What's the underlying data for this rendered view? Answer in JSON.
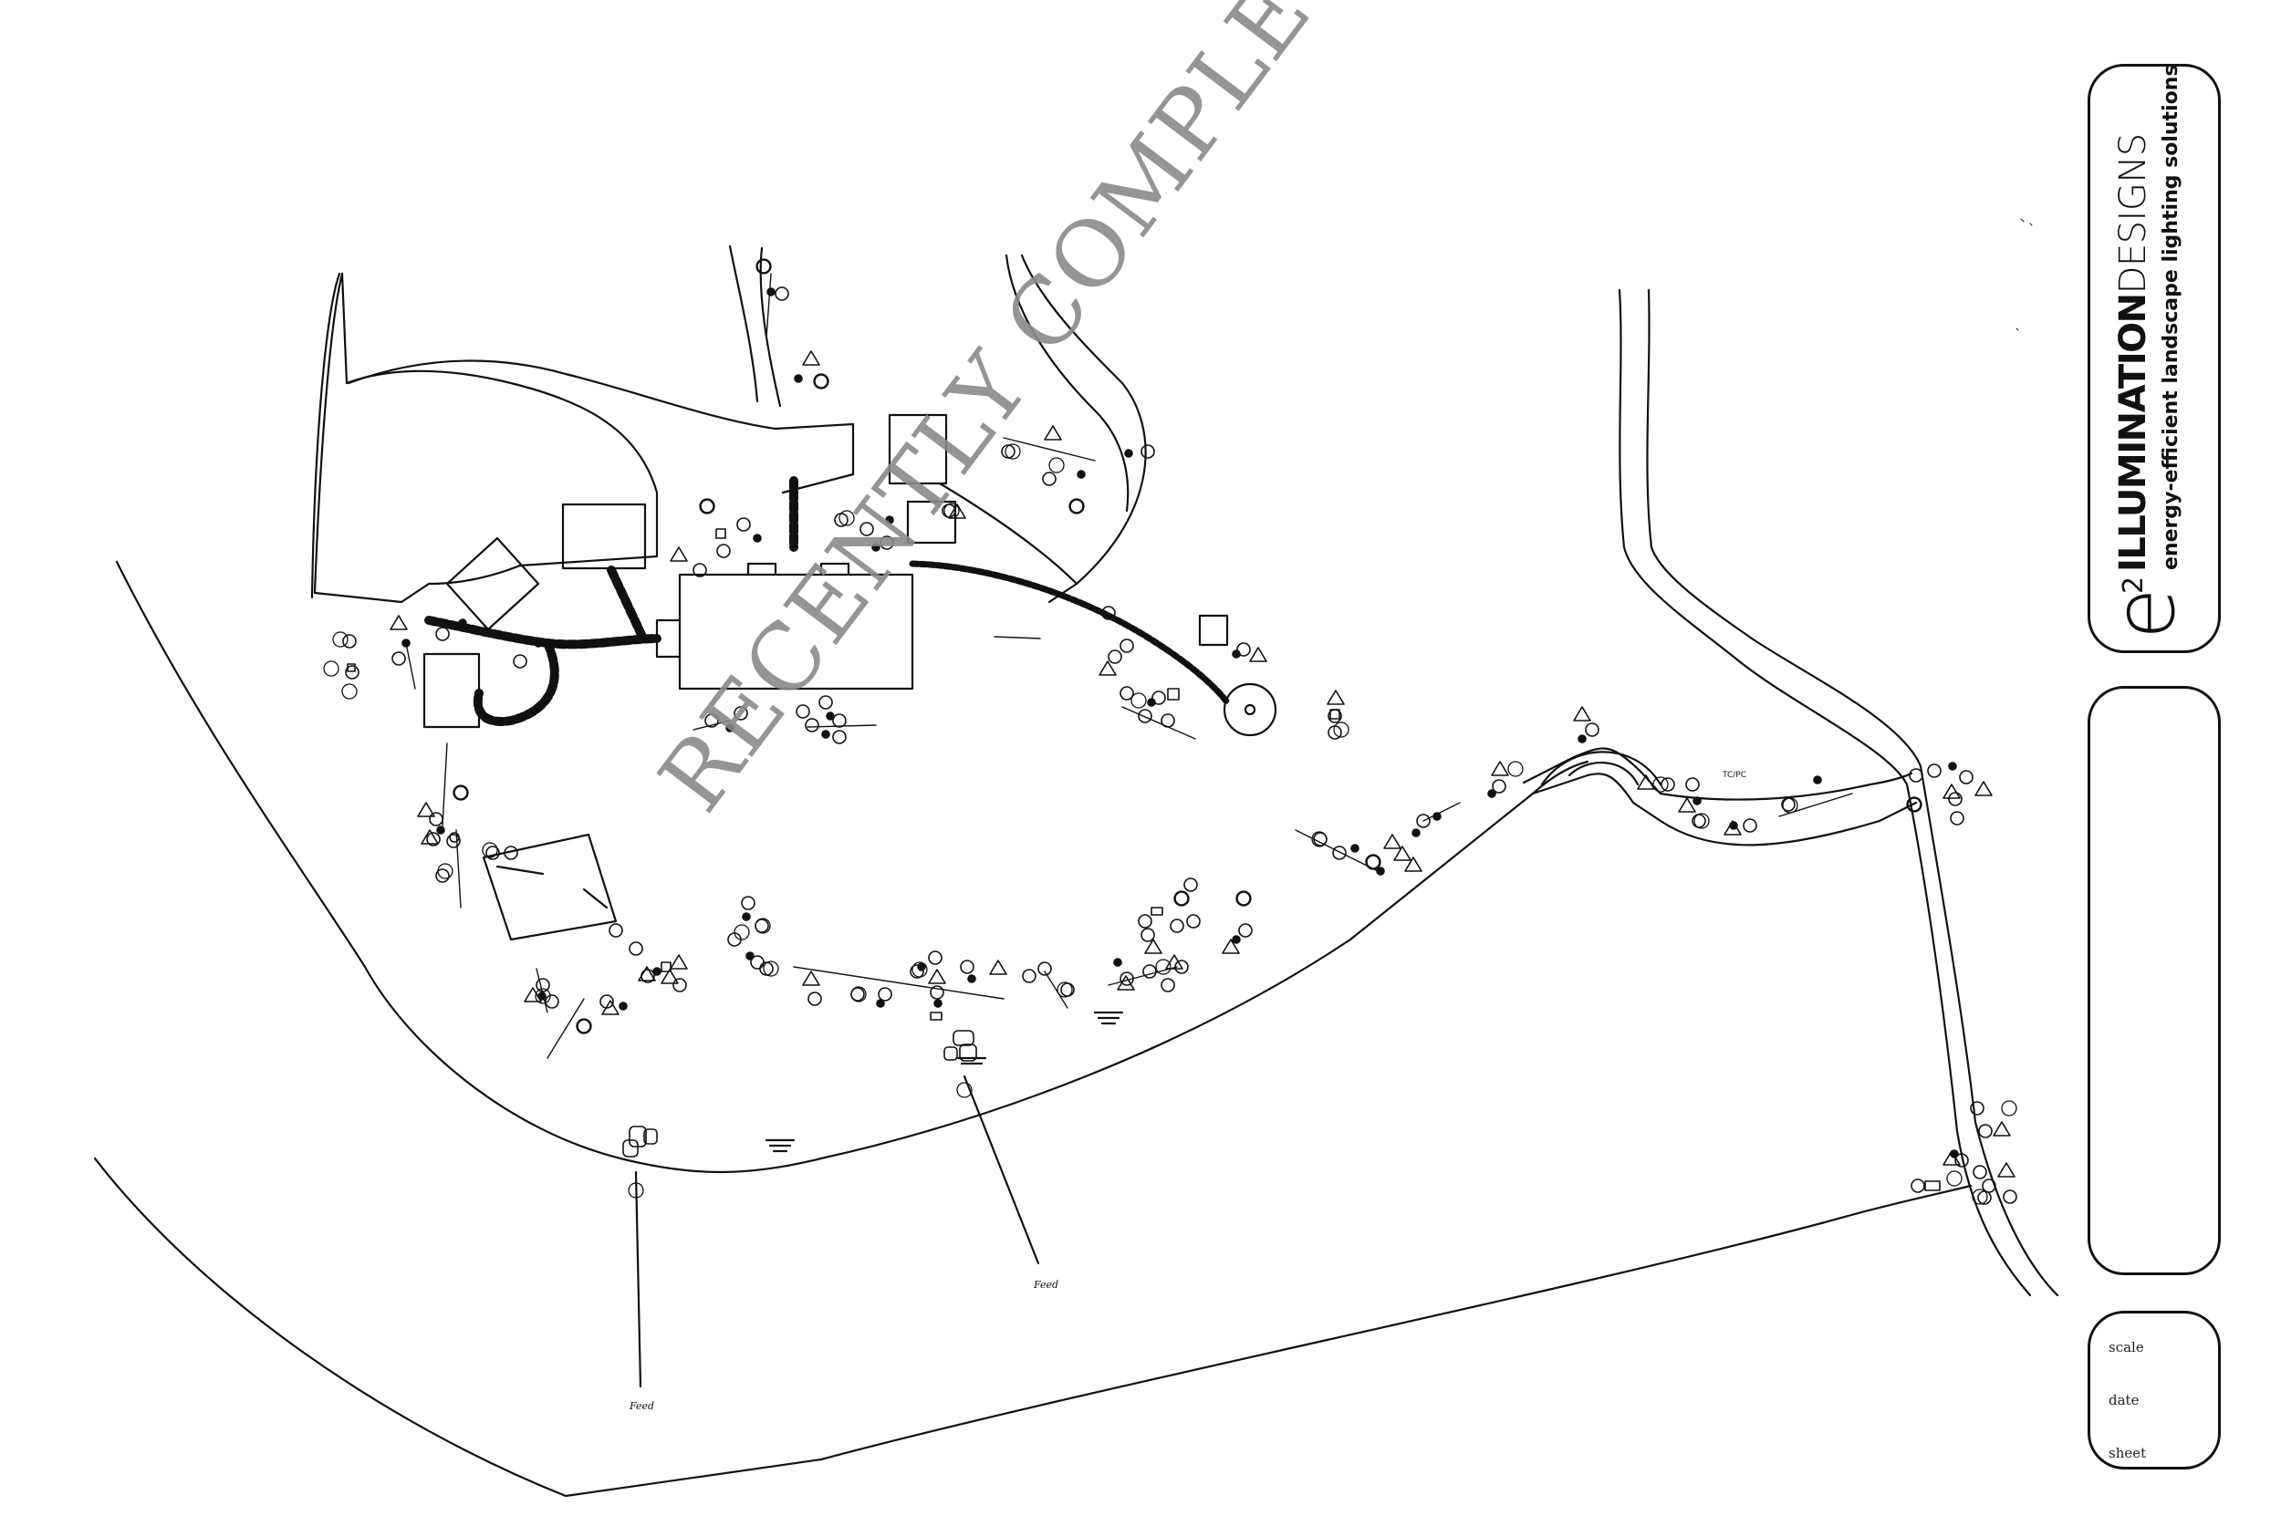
{
  "title_block": {
    "logo_mark": "e",
    "logo_superscript": "2",
    "brand_bold": "ILLUMINATION",
    "brand_light": "DESIGNS",
    "tagline": "energy-efficient landscape lighting solutions"
  },
  "info_block": {
    "scale_label": "scale",
    "date_label": "date",
    "sheet_label": "sheet"
  },
  "watermark": "RECENTLY COMPLETED",
  "plan_notes": {
    "feed_left": "Feed",
    "feed_right": "Feed",
    "tc_pc": "TC/PC"
  },
  "colors": {
    "ink": "#111111",
    "watermark": "#8a8a8a",
    "background": "#ffffff"
  }
}
